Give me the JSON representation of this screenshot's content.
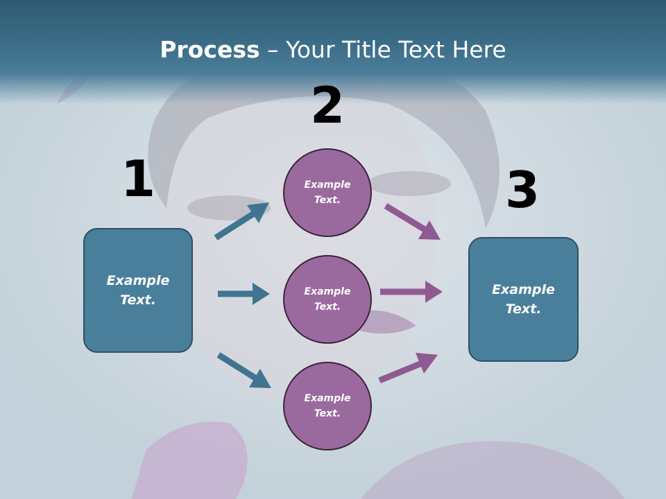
{
  "title": {
    "bold": "Process",
    "rest": " – Your Title Text Here"
  },
  "steps": {
    "one": {
      "number": "1",
      "box_line1": "Example",
      "box_line2": "Text."
    },
    "two": {
      "number": "2",
      "circles": [
        {
          "line1": "Example",
          "line2": "Text."
        },
        {
          "line1": "Example",
          "line2": "Text."
        },
        {
          "line1": "Example",
          "line2": "Text."
        }
      ]
    },
    "three": {
      "number": "3",
      "box_line1": "Example",
      "box_line2": "Text."
    }
  },
  "colors": {
    "title_bar": "#3b6c87",
    "box_fill": "#4a7f9c",
    "circle_fill": "#9a6a9e",
    "arrow_blue": "#3f7590",
    "arrow_purple": "#8f5a92"
  }
}
